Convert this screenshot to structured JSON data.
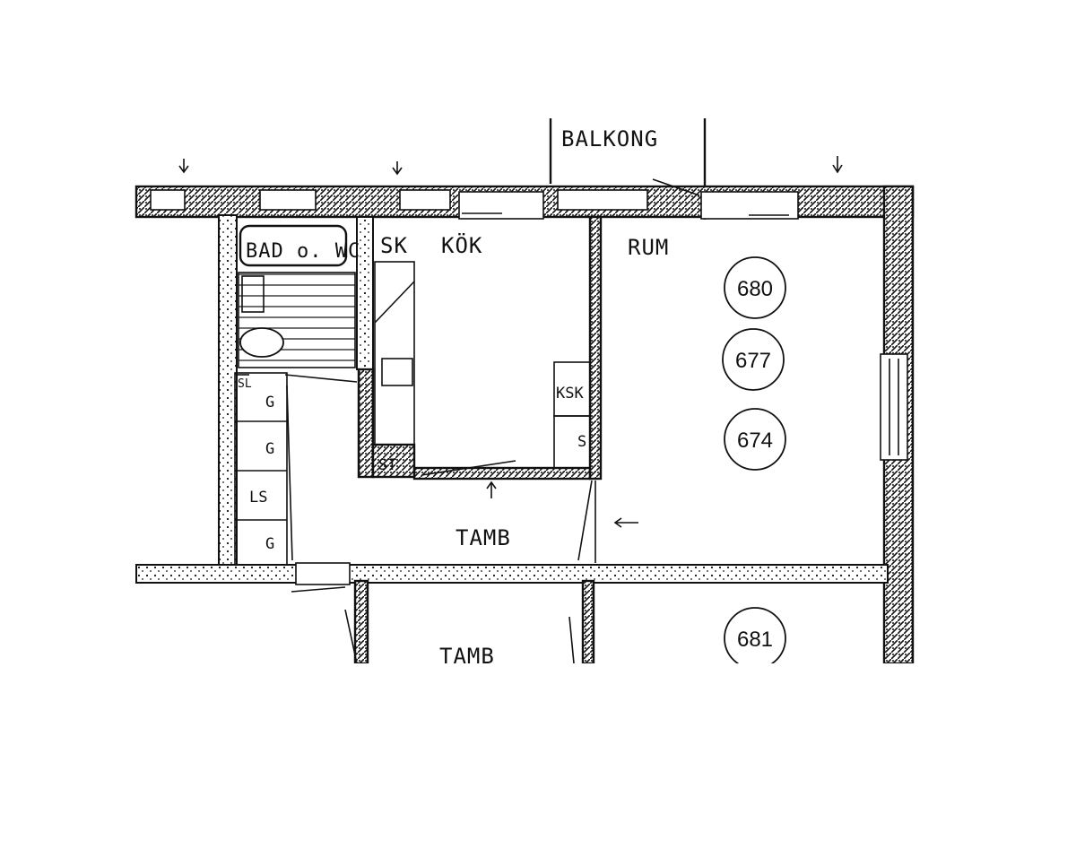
{
  "labels": {
    "balkong": "BALKONG",
    "bad_wc": "BAD o. WC",
    "sk": "SK",
    "kok": "KÖK",
    "rum": "RUM",
    "ksk": "KSK",
    "s": "S",
    "st": "ST",
    "g1": "G",
    "g2": "G",
    "ls": "LS",
    "g3": "G",
    "tamb1": "TAMB",
    "tamb2": "TAMB",
    "sl": "SL"
  },
  "circles": {
    "c680": "680",
    "c677": "677",
    "c674": "674",
    "c681": "681"
  }
}
